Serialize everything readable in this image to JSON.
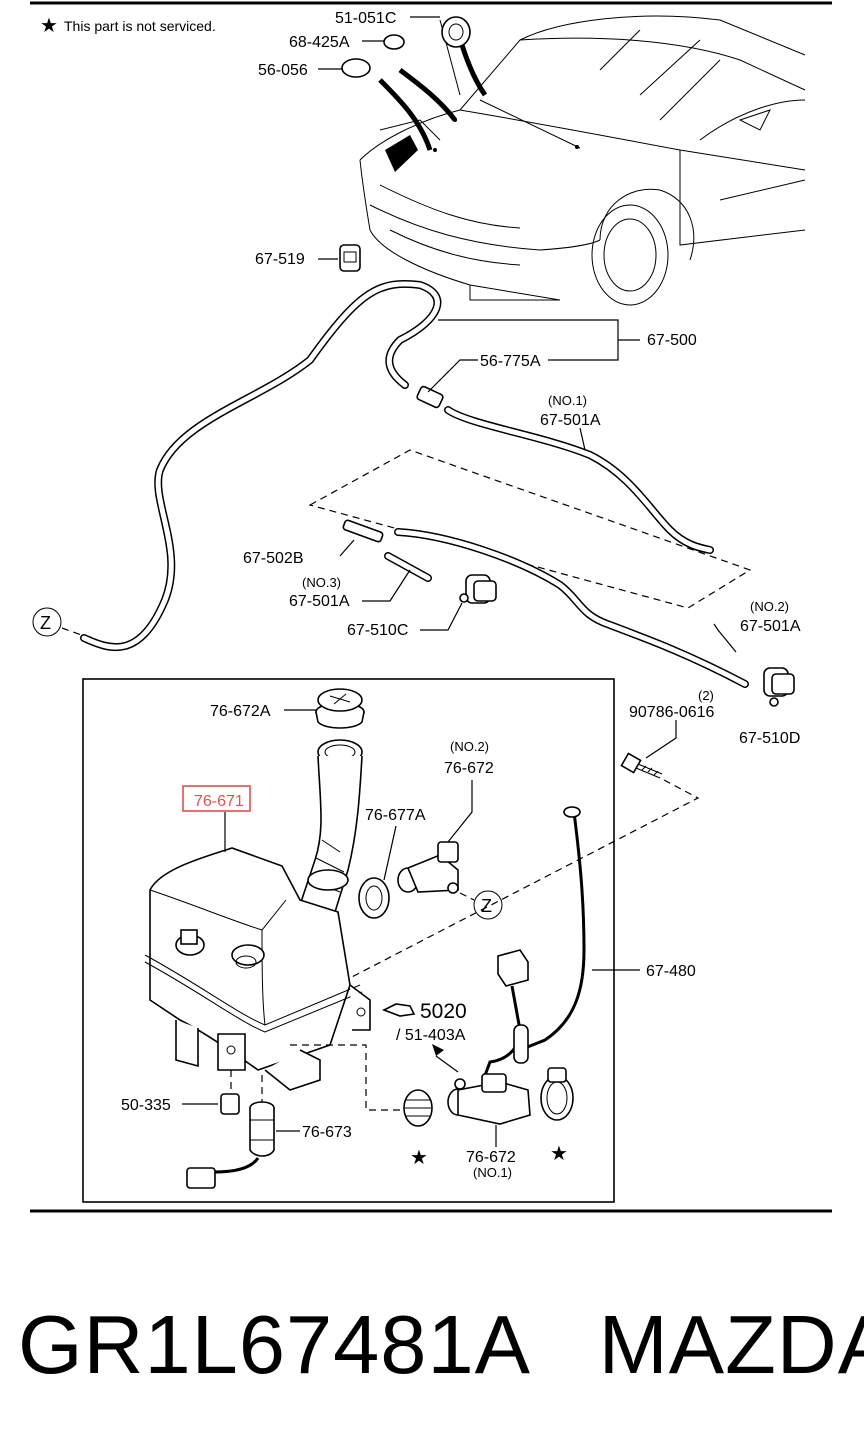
{
  "note": {
    "star": "★",
    "text": "This part is not serviced."
  },
  "callouts": {
    "c51051c": "51-051C",
    "c68425a": "68-425A",
    "c56056": "56-056",
    "c67519": "67-519",
    "c67500": "67-500",
    "c56775a": "56-775A",
    "c67501a_no1_qty": "(NO.1)",
    "c67501a_no1": "67-501A",
    "c67502b": "67-502B",
    "c67501a_no3_qty": "(NO.3)",
    "c67501a_no3": "67-501A",
    "c67510c": "67-510C",
    "z_top": "Z",
    "c67501a_no2_qty": "(NO.2)",
    "c67501a_no2": "67-501A",
    "c90786_qty": "(2)",
    "c90786": "90786-0616",
    "c67510d": "67-510D",
    "c76672a": "76-672A",
    "c76671": "76-671",
    "c76677a": "76-677A",
    "c76672_no2_qty": "(NO.2)",
    "c76672_no2": "76-672",
    "z_bottom": "Z",
    "c67480": "67-480",
    "c5020": "5020",
    "c51403a": "/ 51-403A",
    "c50335": "50-335",
    "c76673": "76-673",
    "c76672_no1": "76-672",
    "c76672_no1_qty": "(NO.1)",
    "star_1": "★",
    "star_2": "★"
  },
  "highlight_color": "#e05050",
  "caption": {
    "part_number": "GR1L67481A",
    "brand": "MAZDA"
  }
}
